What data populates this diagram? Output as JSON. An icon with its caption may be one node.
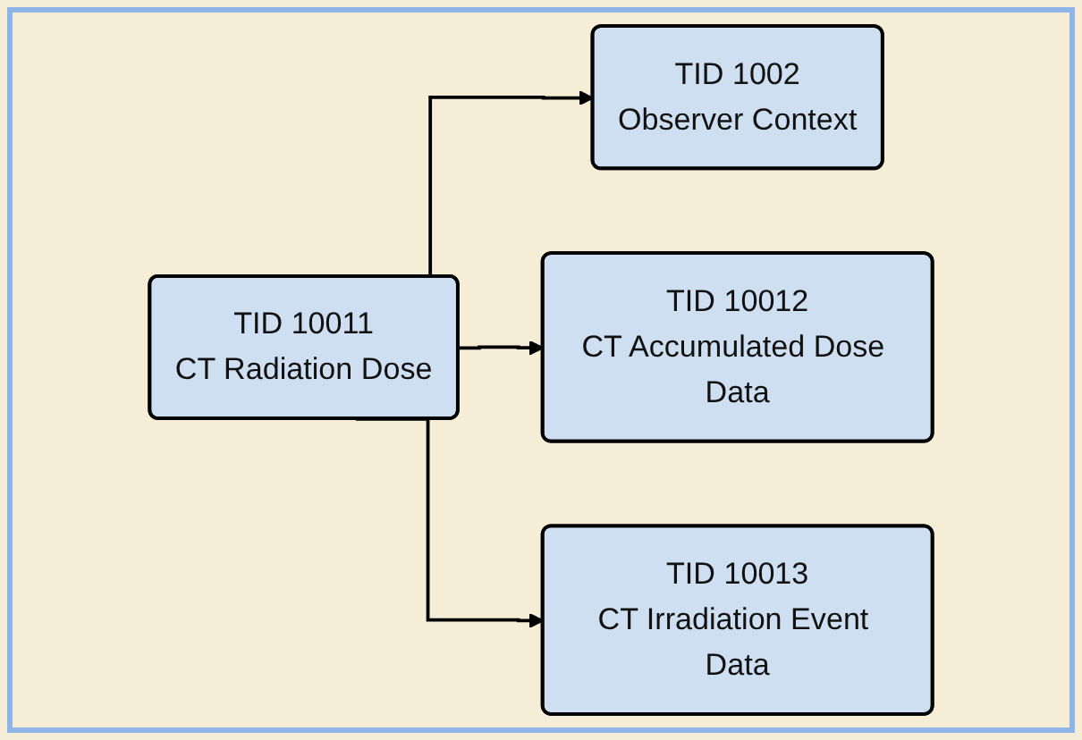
{
  "diagram": {
    "nodes": [
      {
        "text": [
          "TID 10011",
          "CT Radiation Dose"
        ]
      },
      {
        "text": [
          "TID 1002",
          "Observer Context"
        ]
      },
      {
        "text": [
          "TID 10012",
          "CT Accumulated Dose Data"
        ]
      },
      {
        "text": [
          "TID 10013",
          "CT Irradiation Event Data"
        ]
      }
    ],
    "edges": [
      {
        "from": 0,
        "to": 1,
        "arrow": "to"
      },
      {
        "from": 0,
        "to": 2,
        "arrow": "to"
      },
      {
        "from": 0,
        "to": 3,
        "arrow": "to"
      }
    ]
  }
}
